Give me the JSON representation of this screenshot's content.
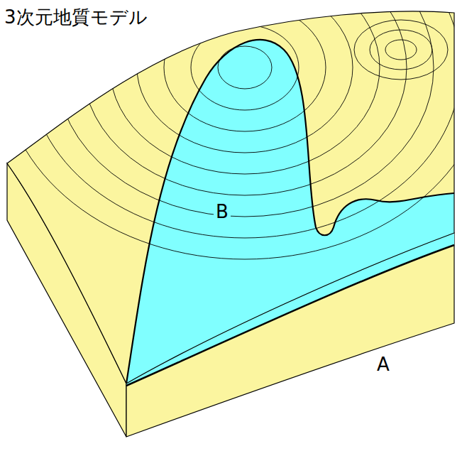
{
  "diagram": {
    "title": "3次元地質モデル",
    "labels": [
      "B",
      "A"
    ]
  }
}
